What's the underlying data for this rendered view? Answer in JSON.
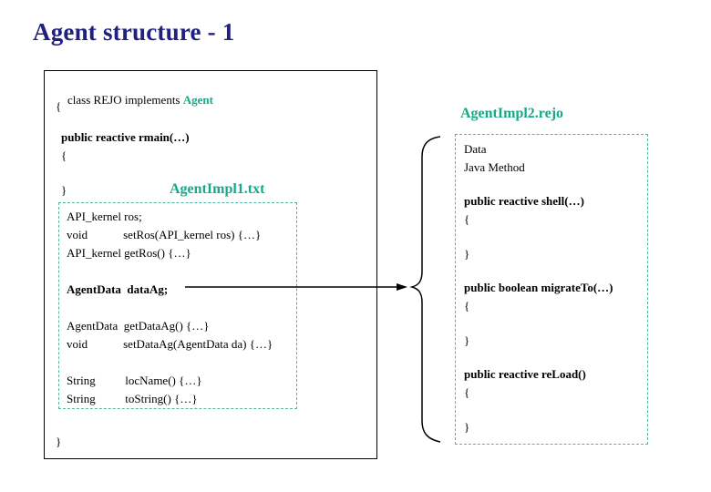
{
  "slide": {
    "title": "Agent structure - 1",
    "title_color": "#202080",
    "accent_color": "#18a888",
    "dash_color": "#4fb6a0"
  },
  "left_panel": {
    "header_prefix": "class REJO implements ",
    "header_keyword": "Agent",
    "open_brace": "{",
    "rmain_signature": "public reactive rmain(…)",
    "rmain_open": "{",
    "rmain_close": "}",
    "close_brace": "}",
    "label": "AgentImpl1.txt",
    "dashed_lines": [
      {
        "text": "API_kernel ros;",
        "bold": false
      },
      {
        "text": "void            setRos(API_kernel ros) {…}",
        "bold": false
      },
      {
        "text": "API_kernel getRos() {…}",
        "bold": false
      },
      {
        "text": "AgentData  dataAg;",
        "bold": true
      },
      {
        "text": "AgentData  getDataAg() {…}",
        "bold": false
      },
      {
        "text": "void            setDataAg(AgentData da) {…}",
        "bold": false
      },
      {
        "text": "String          locName() {…}",
        "bold": false
      },
      {
        "text": "String          toString() {…}",
        "bold": false
      }
    ]
  },
  "right_panel": {
    "label": "AgentImpl2.rejo",
    "lines": [
      {
        "text": "Data",
        "bold": false
      },
      {
        "text": "Java Method",
        "bold": false
      },
      {
        "text": "public reactive shell(…)",
        "bold": true
      },
      {
        "text": "{",
        "bold": false
      },
      {
        "text": "}",
        "bold": false
      },
      {
        "text": "public boolean migrateTo(…)",
        "bold": true
      },
      {
        "text": "{",
        "bold": false
      },
      {
        "text": "}",
        "bold": false
      },
      {
        "text": "public reactive reLoad()",
        "bold": true
      },
      {
        "text": "{",
        "bold": false
      },
      {
        "text": "}",
        "bold": false
      }
    ]
  },
  "connector": {
    "arrow_label": "",
    "brace_glyph": "{"
  }
}
